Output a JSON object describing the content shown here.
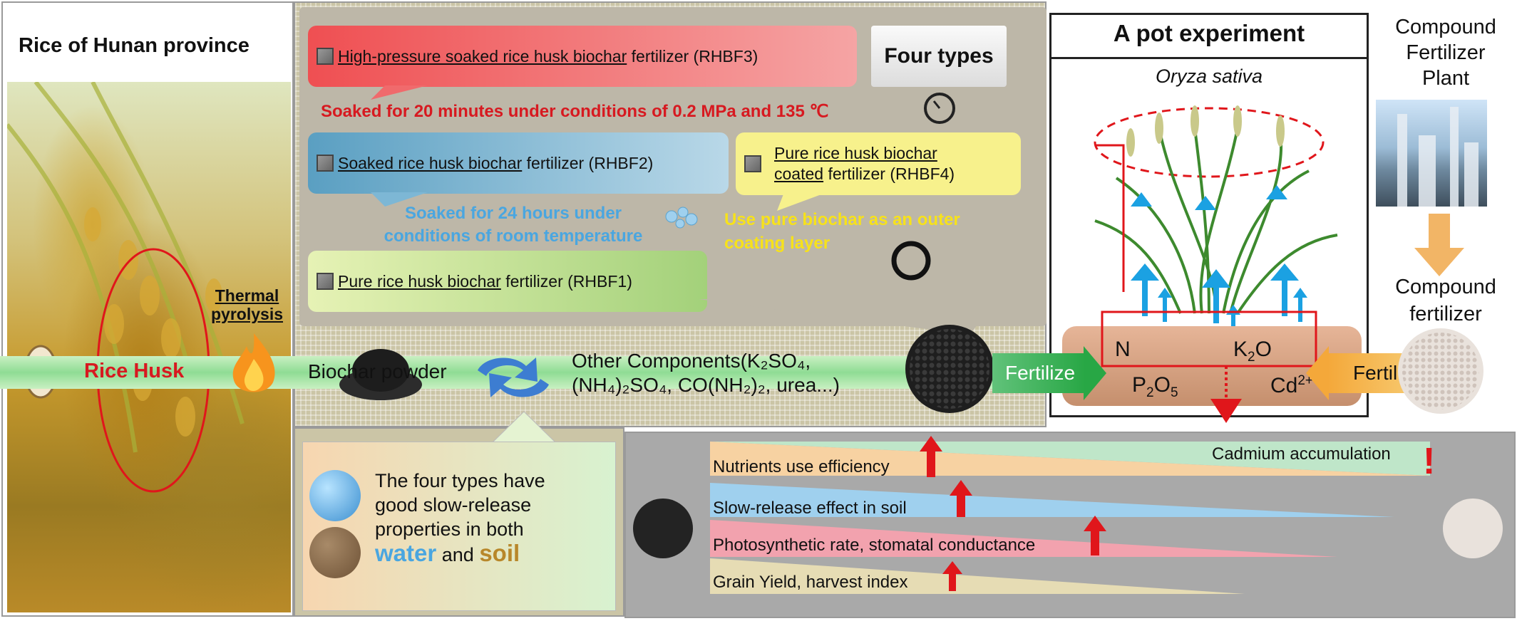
{
  "left_panel": {
    "title": "Rice of Hunan province",
    "husk_label": "Rice Husk"
  },
  "process": {
    "pyrolysis": [
      "Thermal",
      "pyrolysis"
    ],
    "biochar_label": "Biochar powder",
    "components_line1": "Other Components(K₂SO₄,",
    "components_line2": "(NH₄)₂SO₄, CO(NH₂)₂, urea...)"
  },
  "types": {
    "header": "Four types",
    "rhbf3_ul": "High-pressure soaked rice husk biochar",
    "rhbf3_rest": " fertilizer (RHBF3)",
    "rhbf3_note": "Soaked for 20 minutes under conditions of 0.2 MPa and 135 ℃",
    "rhbf2_ul": "Soaked rice husk biochar",
    "rhbf2_rest": " fertilizer (RHBF2)",
    "rhbf2_note_1": "Soaked for 24 hours under",
    "rhbf2_note_2": "conditions of room temperature",
    "rhbf4_ul_1": "Pure rice husk  biochar",
    "rhbf4_ul_2": "coated",
    "rhbf4_rest": " fertilizer (RHBF4)",
    "rhbf4_note_1": "Use pure biochar as an outer",
    "rhbf4_note_2": "coating layer",
    "rhbf1_ul": "Pure rice husk biochar",
    "rhbf1_rest": " fertilizer (RHBF1)"
  },
  "pot": {
    "title": "A pot experiment",
    "species": "Oryza sativa",
    "n": "N",
    "k_base": "K",
    "k_sub": "2",
    "k_end": "O",
    "p_base": "P",
    "p_sub1": "2",
    "p_mid": "O",
    "p_sub2": "5",
    "cd_base": "Cd",
    "cd_sup": "2+",
    "fertilize_left": "Fertilize",
    "fertilize_right": "Fertilize"
  },
  "plant": {
    "title_1": "Compound",
    "title_2": "Fertilizer",
    "title_3": "Plant",
    "product_1": "Compound",
    "product_2": "fertilizer"
  },
  "summary": {
    "line1": "The four types have",
    "line2": "good slow-release",
    "line3": "properties in both",
    "water": "water",
    "and": "and",
    "soil": "soil"
  },
  "comparison": {
    "cadmium": "Cadmium accumulation",
    "exclamation": "!",
    "nutrients": "Nutrients use efficiency",
    "slow": "Slow-release effect in soil",
    "photo": "Photosynthetic rate, stomatal conductance",
    "grain": "Grain Yield, harvest index"
  },
  "colors": {
    "red_accent": "#d71920",
    "water_blue": "#4aa6e0",
    "soil_brown": "#b8872a",
    "fertilizer_green": "#28a745",
    "compound_orange": "#f4a83a"
  }
}
